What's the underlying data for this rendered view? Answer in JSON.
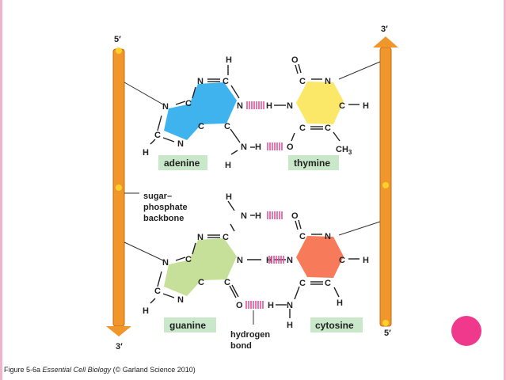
{
  "strand": {
    "left_top": "5′",
    "left_bottom": "3′",
    "right_top": "3′",
    "right_bottom": "5′",
    "backbone_label": [
      "sugar–",
      "phosphate",
      "backbone"
    ]
  },
  "atoms": {
    "N": "N",
    "C": "C",
    "H": "H",
    "O": "O",
    "CH3": "CH",
    "CH3_sub": "3"
  },
  "bases": {
    "adenine": "adenine",
    "thymine": "thymine",
    "guanine": "guanine",
    "cytosine": "cytosine"
  },
  "hydrogen_bond_label": [
    "hydrogen",
    "bond"
  ],
  "caption": {
    "prefix": "Figure 5-6a",
    "book": "Essential Cell Biology",
    "suffix": "(© Garland Science 2010)"
  },
  "colors": {
    "backbone": "#f0962a",
    "adenine": "#3fb3ee",
    "thymine": "#fbe868",
    "guanine": "#c6e09a",
    "cytosine": "#f77a5b",
    "label_box": "#c9e7c9",
    "hbond": "#e0559a",
    "accent_dot": "#f0388c"
  }
}
